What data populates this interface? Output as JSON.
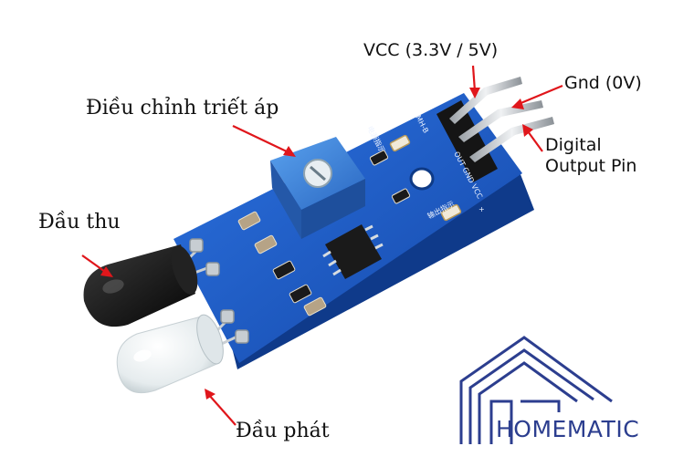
{
  "labels": {
    "vcc": "VCC (3.3V / 5V)",
    "gnd": "Gnd (0V)",
    "digital_line1": "Digital",
    "digital_line2": "Output Pin",
    "potentiometer": "Điều chỉnh triết áp",
    "receiver": "Đầu thu",
    "emitter": "Đầu phát"
  },
  "board_silkscreen": {
    "model": "MH-B",
    "pins": "OUT GND VCC",
    "power_led": "电源指示",
    "output_led": "输出指示",
    "plus": "+"
  },
  "logo": {
    "text": "HOMEMATIC",
    "color": "#2c3e8f"
  },
  "colors": {
    "board": "#1d5fd0",
    "arrow": "#e0161b",
    "potentiometer": "#3f8be0"
  }
}
